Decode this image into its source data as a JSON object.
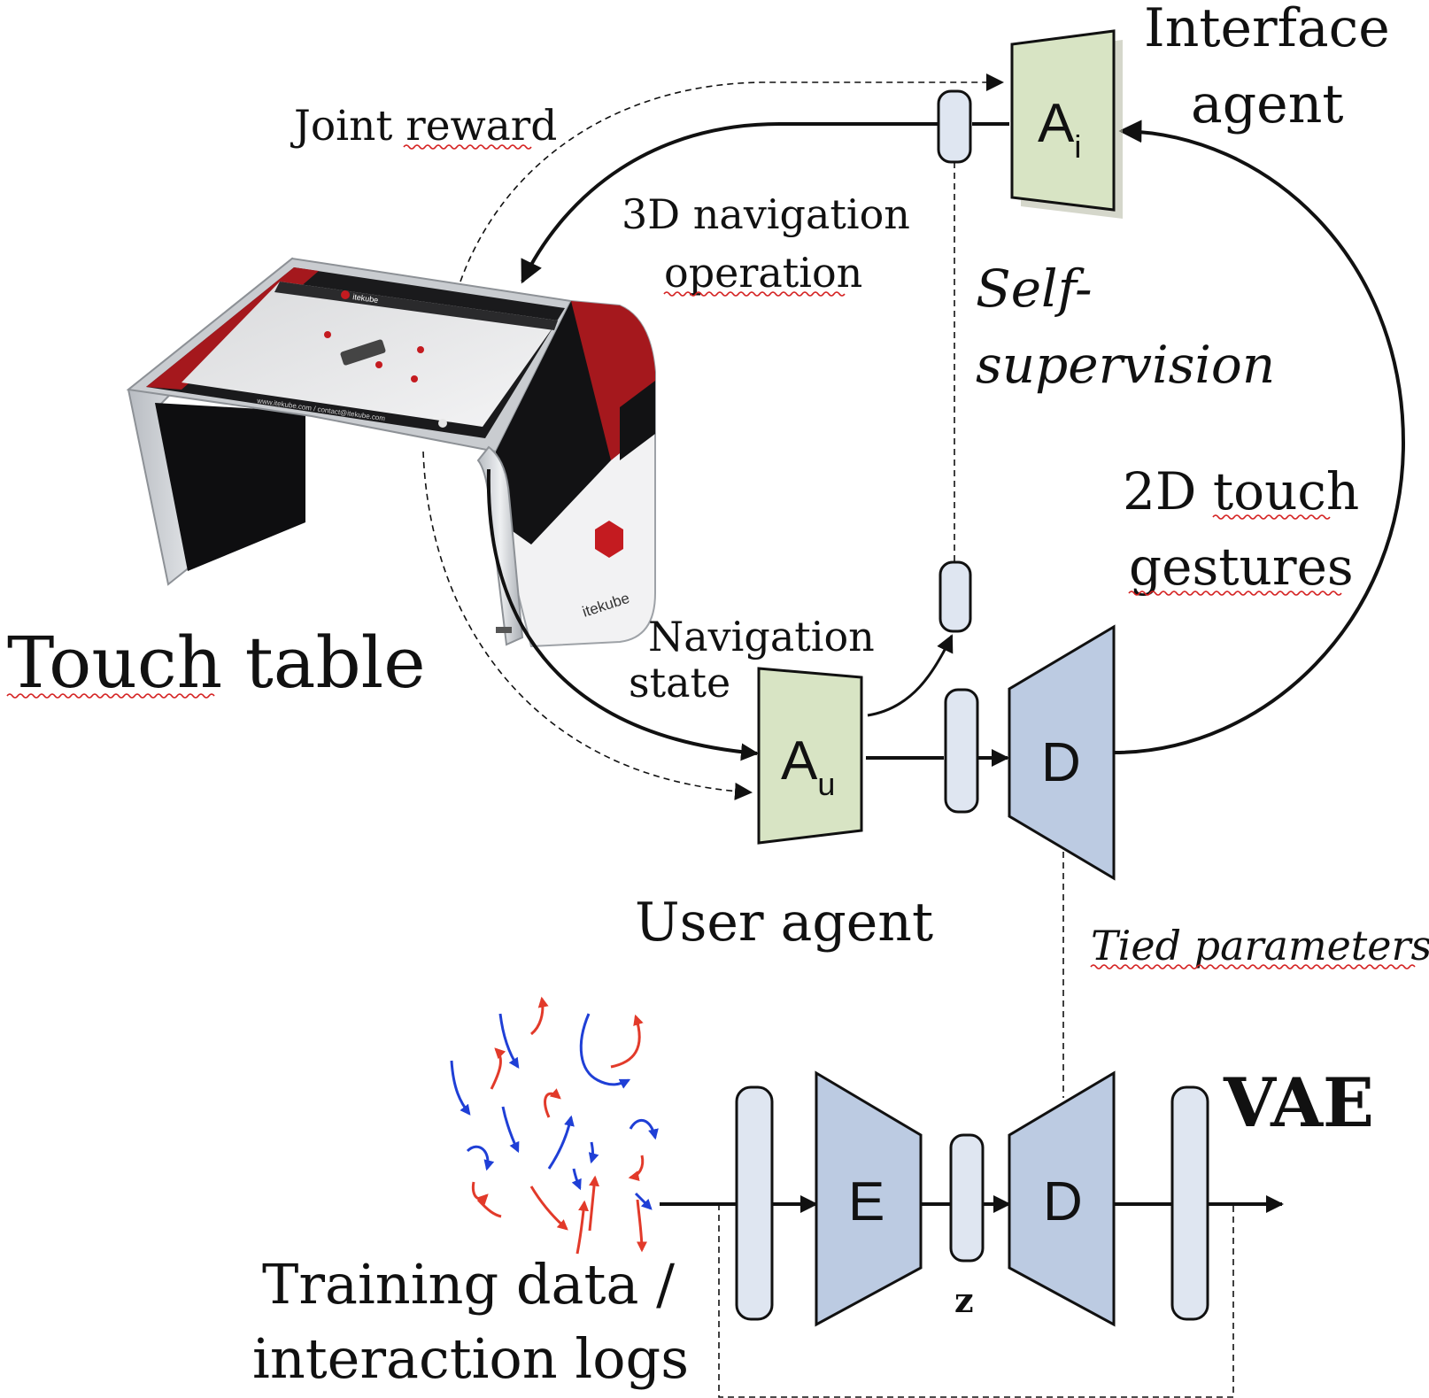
{
  "labels": {
    "interface_agent_line1": "Interface",
    "interface_agent_line2": "agent",
    "joint_reward": "Joint reward",
    "nav_op_line1": "3D navigation",
    "nav_op_line2": "operation",
    "self_sup_line1": "Self-",
    "self_sup_line2": "supervision",
    "touch_gestures_line1": "2D touch",
    "touch_gestures_line2": "gestures",
    "touch_table": "Touch table",
    "nav_state_line1": "Navigation",
    "nav_state_line2": "state",
    "user_agent": "User agent",
    "tied_parameters": "Tied parameters",
    "vae": "VAE",
    "training_line1": "Training data /",
    "training_line2": "interaction logs",
    "z": "z"
  },
  "blocks": {
    "ai_main": "A",
    "ai_sub": "i",
    "au_main": "A",
    "au_sub": "u",
    "d_top": "D",
    "e": "E",
    "d_bottom": "D"
  },
  "table_image": {
    "brand": "itekube",
    "screen_brand": "itekube",
    "screen_url": "www.itekube.com / contact@itekube.com"
  },
  "colors": {
    "agent_fill": "#d8e4c4",
    "vae_fill": "#bccbe2",
    "layer_fill": "#dfe6f1",
    "table_red": "#a5181d",
    "spelling_underline": "#d42020"
  }
}
